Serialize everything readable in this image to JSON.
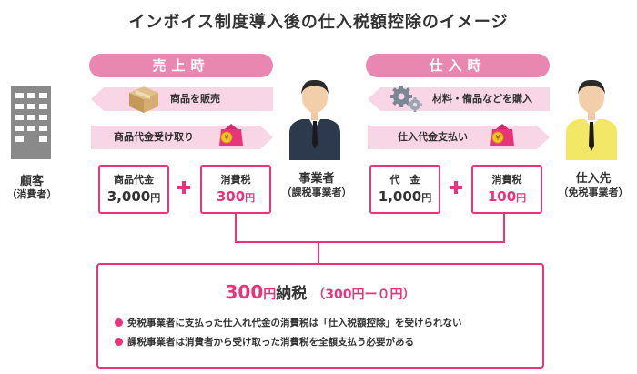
{
  "title": "インボイス制度導入後の仕入税額控除のイメージ",
  "sales_header": "売上時",
  "purchase_header": "仕入時",
  "sales_flow": {
    "goods_label": "商品を販売",
    "payment_label": "商品代金受け取り",
    "goods_icon": "box-icon",
    "payment_icon": "yen-wallet-icon"
  },
  "purchase_flow": {
    "goods_label": "材料・備品などを購入",
    "payment_label": "仕入代金支払い",
    "goods_icon": "gears-icon",
    "payment_icon": "yen-wallet-icon"
  },
  "customer": {
    "name": "顧客",
    "sub": "（消費者）",
    "icon": "building-icon"
  },
  "business": {
    "name": "事業者",
    "sub": "（課税事業者）",
    "icon": "businessman-icon"
  },
  "supplier": {
    "name": "仕入先",
    "sub": "（免税事業者）",
    "icon": "supplier-person-icon"
  },
  "sales_boxes": {
    "price_label": "商品代金",
    "price_value": "3,000",
    "price_unit": "円",
    "tax_label": "消費税",
    "tax_value": "300",
    "tax_unit": "円"
  },
  "purchase_boxes": {
    "price_label": "代　金",
    "price_value": "1,000",
    "price_unit": "円",
    "tax_label": "消費税",
    "tax_value": "100",
    "tax_unit": "円"
  },
  "result": {
    "amount": "300",
    "unit": "円",
    "word": "納税",
    "formula": "（300円ー０円）",
    "notes": [
      "免税事業者に支払った仕入れ代金の消費税は「仕入税額控除」を受けられない",
      "課税事業者は消費者から受け取った消費税を全額支払う必要がある"
    ]
  },
  "colors": {
    "accent": "#e8337d",
    "pill": "#e887b0",
    "arrow": "#f8d6e5"
  }
}
